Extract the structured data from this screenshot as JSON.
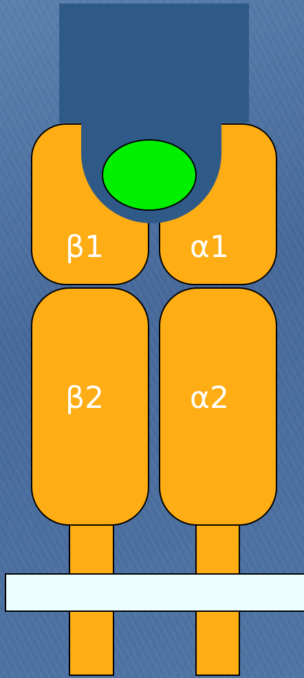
{
  "domains": {
    "beta1": "β1",
    "alpha1": "α1",
    "beta2": "β2",
    "alpha2": "α2"
  },
  "colors": {
    "background": "#4a6f9c",
    "domain_fill": "#ffad14",
    "peptide_groove": "#2f5a88",
    "peptide": "#00f000",
    "membrane": "#ecfeff",
    "outline": "#000000"
  }
}
